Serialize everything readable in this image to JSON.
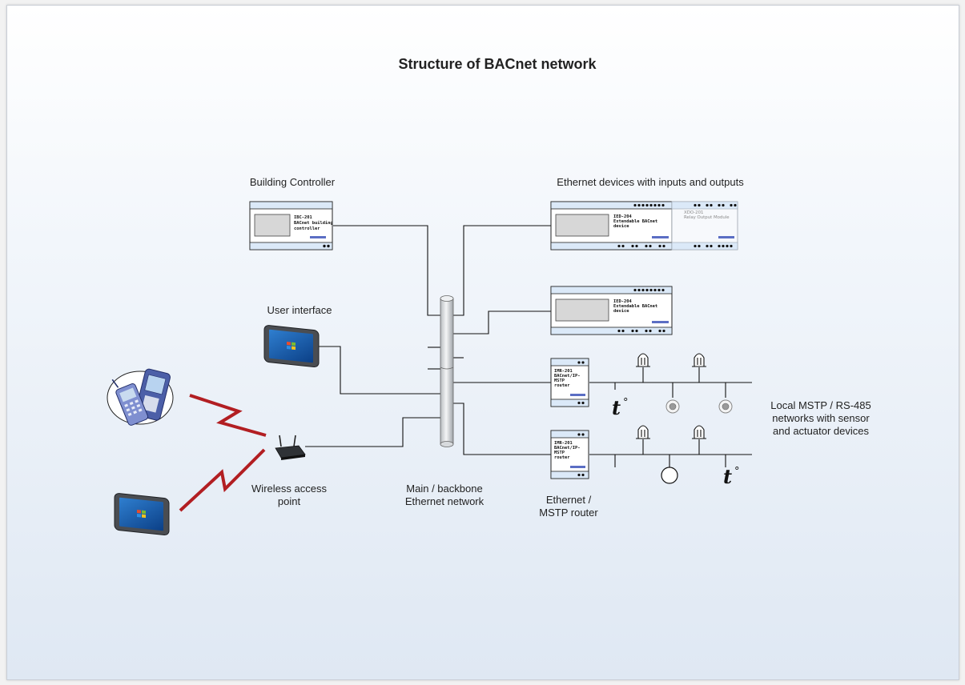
{
  "title": "Structure of BACnet network",
  "labels": {
    "building_controller": "Building Controller",
    "ethernet_devices": "Ethernet devices with inputs and outputs",
    "user_interface": "User interface",
    "wireless_ap": [
      "Wireless access",
      "point"
    ],
    "backbone": [
      "Main / backbone",
      "Ethernet network"
    ],
    "router": [
      "Ethernet /",
      "MSTP router"
    ],
    "local_networks": [
      "Local MSTP / RS-485",
      "networks with sensor",
      "and actuator devices"
    ]
  },
  "devices": {
    "building_controller": [
      "IBC-201",
      "BACnet building",
      "controller"
    ],
    "extendable_1": [
      "IED-204",
      "Extendable BACnet",
      "device"
    ],
    "extension_module": [
      "XDO-201",
      "Relay Output Module"
    ],
    "extendable_2": [
      "IED-204",
      "Extendable BACnet",
      "device"
    ],
    "router_1": [
      "IMR-201",
      "BACnet/IP-",
      "MSTP",
      "router"
    ],
    "router_2": [
      "IMR-201",
      "BACnet/IP-",
      "MSTP",
      "router"
    ]
  },
  "sensor_symbol": "t",
  "sensor_degree": "°",
  "colors": {
    "wireless": "#b21e22",
    "device_band": "#dbe9f8",
    "backbone": "#e4e6e8"
  }
}
